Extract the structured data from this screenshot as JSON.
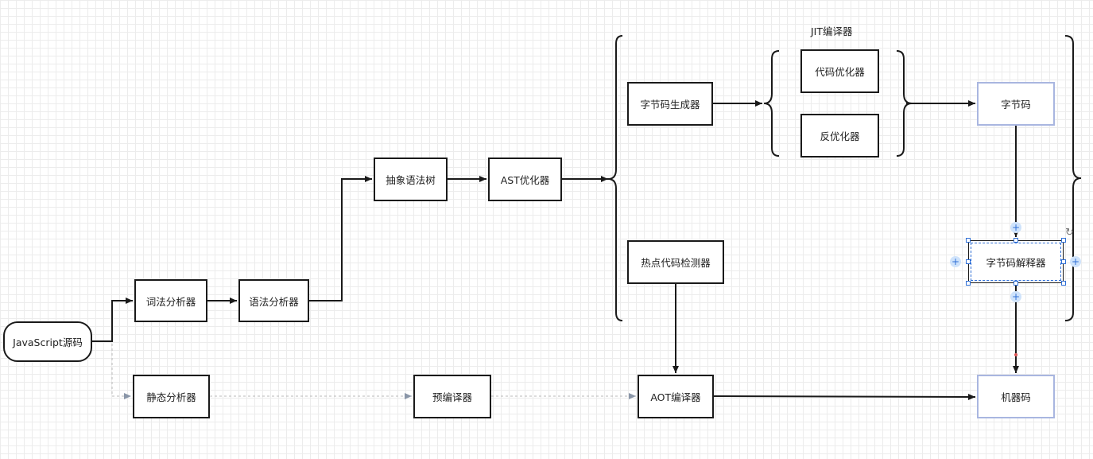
{
  "nodes": {
    "js_source": "JavaScript源码",
    "lexer": "词法分析器",
    "parser": "语法分析器",
    "ast": "抽象语法树",
    "ast_optimizer": "AST优化器",
    "bytecode_generator": "字节码生成器",
    "hot_code_detector": "热点代码检测器",
    "code_optimizer": "代码优化器",
    "deoptimizer": "反优化器",
    "bytecode": "字节码",
    "bytecode_interpreter": "字节码解释器",
    "machine_code": "机器码",
    "static_analyzer": "静态分析器",
    "precompiler": "预编译器",
    "aot_compiler": "AOT编译器"
  },
  "labels": {
    "jit_compiler": "JIT编译器"
  },
  "colors": {
    "edge": "#1a1a1a",
    "dashed_edge": "#b8b8b8",
    "highlight_border": "#a9b6e0",
    "selection": "#2f6fd6"
  },
  "icons": {
    "connection_point": "plus-circle-icon",
    "rotate": "rotate-handle-icon"
  }
}
